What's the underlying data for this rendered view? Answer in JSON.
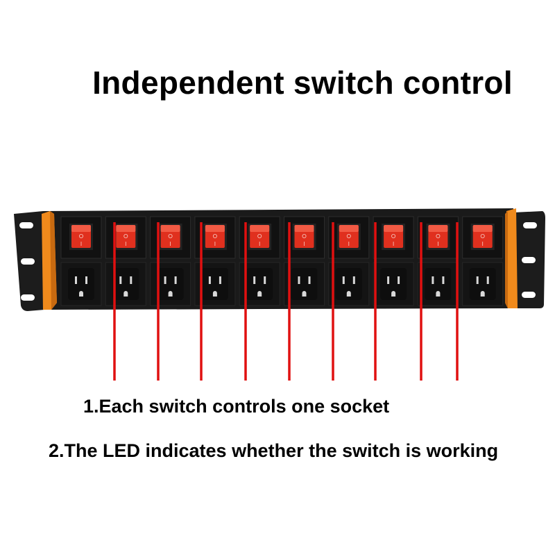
{
  "title": "Independent switch control",
  "notes": [
    "1.Each switch controls one socket",
    "2.The LED indicates whether the switch is working"
  ],
  "product": {
    "outlet_count": 10,
    "colors": {
      "body": "#1b1b1b",
      "accent_orange": "#f08a1c",
      "switch_red": "#e0301e",
      "indicator_line": "#e01010"
    },
    "icons": [
      "rocker-switch-icon",
      "us-outlet-icon",
      "mounting-ear-icon"
    ]
  }
}
